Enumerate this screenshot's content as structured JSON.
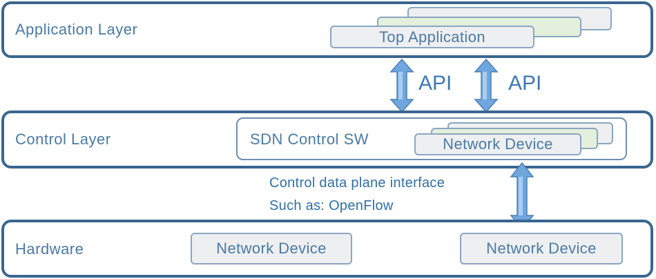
{
  "layers": {
    "application": {
      "label": "Application Layer",
      "app_label": "Top Application"
    },
    "control": {
      "label": "Control Layer",
      "controller_label": "SDN Control SW",
      "device_label": "Network Device"
    },
    "hardware": {
      "label": "Hardware",
      "device_left_label": "Network Device",
      "device_right_label": "Network Device"
    }
  },
  "apis": {
    "left_label": "API",
    "right_label": "API"
  },
  "interface": {
    "line1": "Control data plane interface",
    "line2": "Such as: OpenFlow"
  },
  "colors": {
    "layer_border": "#3a6690",
    "text": "#4a7aa7",
    "arrow_fill": "#6fa6dd",
    "card_green": "#e4efdc",
    "card_gray": "#eeeff1"
  }
}
